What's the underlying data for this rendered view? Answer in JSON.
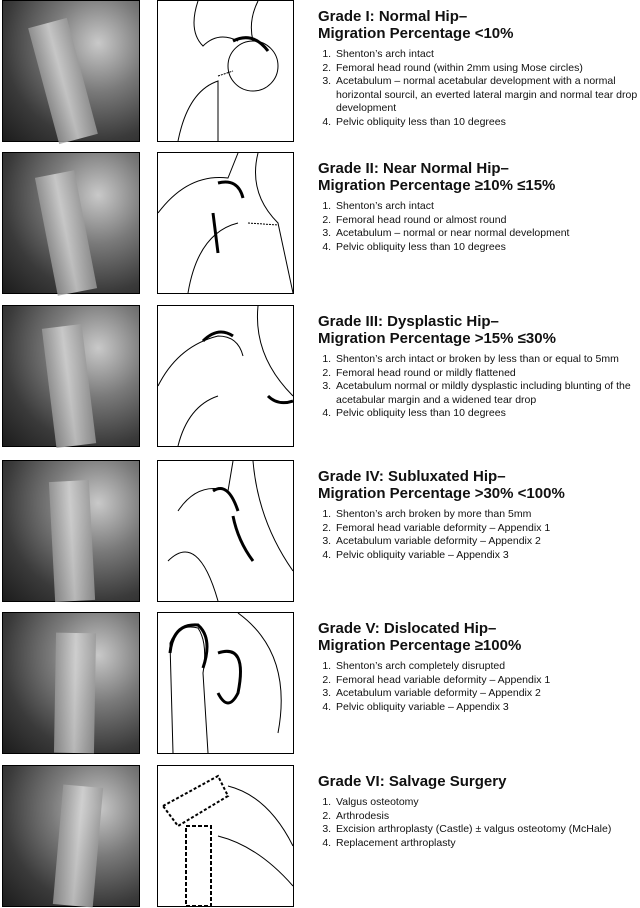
{
  "grades": [
    {
      "title_line1": "Grade I: Normal Hip–",
      "title_line2": "Migration Percentage <10%",
      "items": [
        "Shenton’s arch intact",
        "Femoral head round (within 2mm using Mose circles)",
        "Acetabulum – normal acetabular development with a normal horizontal sourcil, an everted lateral margin and normal tear drop development",
        "Pelvic obliquity less than 10 degrees"
      ]
    },
    {
      "title_line1": "Grade II: Near Normal Hip–",
      "title_line2": "Migration Percentage ≥10% ≤15%",
      "items": [
        "Shenton’s arch intact",
        "Femoral head round or almost round",
        "Acetabulum – normal or near normal development",
        "Pelvic obliquity less than 10 degrees"
      ]
    },
    {
      "title_line1": "Grade III: Dysplastic Hip–",
      "title_line2": "Migration Percentage >15% ≤30%",
      "items": [
        "Shenton’s arch intact or broken by less than or equal to 5mm",
        "Femoral head round or mildly flattened",
        "Acetabulum normal or mildly dysplastic including blunting of the acetabular margin and a widened tear drop",
        "Pelvic obliquity less than 10 degrees"
      ]
    },
    {
      "title_line1": "Grade IV: Subluxated Hip–",
      "title_line2": "Migration Percentage >30% <100%",
      "items": [
        "Shenton’s arch broken by more than 5mm",
        "Femoral head variable deformity – Appendix 1",
        "Acetabulum variable deformity – Appendix 2",
        "Pelvic obliquity variable – Appendix 3"
      ]
    },
    {
      "title_line1": "Grade V: Dislocated Hip–",
      "title_line2": "Migration Percentage ≥100%",
      "items": [
        "Shenton’s arch completely disrupted",
        "Femoral head variable deformity – Appendix 1",
        "Acetabulum variable deformity – Appendix 2",
        "Pelvic obliquity variable – Appendix 3"
      ]
    },
    {
      "title_line1": "Grade VI: Salvage Surgery",
      "title_line2": "",
      "items": [
        "Valgus osteotomy",
        "Arthrodesis",
        "Excision arthroplasty (Castle) ± valgus osteotomy (McHale)",
        "Replacement arthroplasty"
      ]
    }
  ]
}
